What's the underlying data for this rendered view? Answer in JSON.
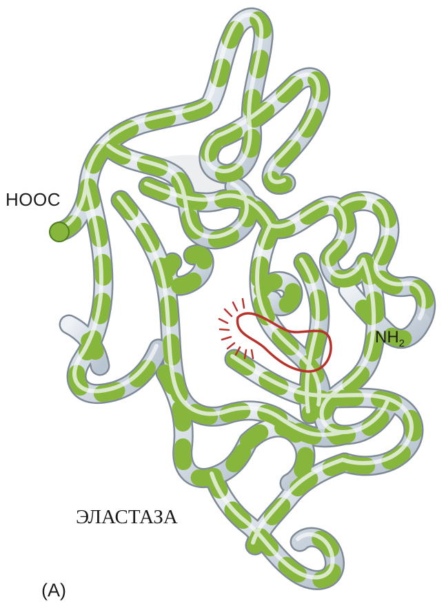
{
  "figure": {
    "title": "ЭЛАСТАЗА",
    "panel": "(A)",
    "terminus_c": "HOOC",
    "terminus_n_base": "NH",
    "terminus_n_sub": "2"
  },
  "colors": {
    "helix_fill": "#d4dde6",
    "helix_highlight": "#f4f7fa",
    "helix_edge": "#7d8a96",
    "strand_fill": "#86b73c",
    "strand_edge": "#4e7a1f",
    "active_site": "#b8322c"
  },
  "icons": [
    "protein-ribbon-structure",
    "active-site-marker"
  ]
}
